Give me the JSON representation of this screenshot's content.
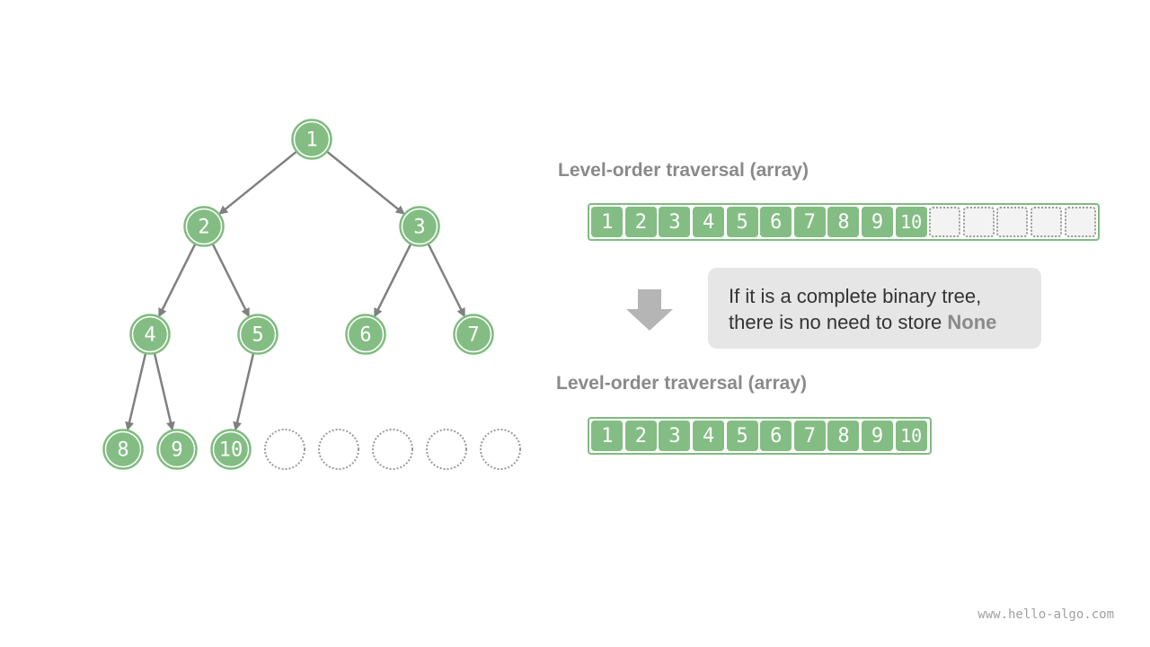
{
  "tree": {
    "nodes": [
      {
        "id": 1,
        "label": "1"
      },
      {
        "id": 2,
        "label": "2"
      },
      {
        "id": 3,
        "label": "3"
      },
      {
        "id": 4,
        "label": "4"
      },
      {
        "id": 5,
        "label": "5"
      },
      {
        "id": 6,
        "label": "6"
      },
      {
        "id": 7,
        "label": "7"
      },
      {
        "id": 8,
        "label": "8"
      },
      {
        "id": 9,
        "label": "9"
      },
      {
        "id": 10,
        "label": "10"
      }
    ],
    "edges": [
      [
        1,
        2
      ],
      [
        1,
        3
      ],
      [
        2,
        4
      ],
      [
        2,
        5
      ],
      [
        3,
        6
      ],
      [
        3,
        7
      ],
      [
        4,
        8
      ],
      [
        4,
        9
      ],
      [
        5,
        10
      ]
    ],
    "empty_slots": 5,
    "colors": {
      "node": "#84bd84",
      "node_border": "#7fbb7f",
      "edge": "#808080",
      "empty": "#9a9a9a"
    }
  },
  "array_full": {
    "title": "Level-order traversal (array)",
    "cells": [
      "1",
      "2",
      "3",
      "4",
      "5",
      "6",
      "7",
      "8",
      "9",
      "10",
      "",
      "",
      "",
      "",
      ""
    ]
  },
  "callout": {
    "line1": "If it is a complete binary tree,",
    "line2_prefix": "there is no need to store ",
    "keyword": "None"
  },
  "array_compact": {
    "title": "Level-order traversal (array)",
    "cells": [
      "1",
      "2",
      "3",
      "4",
      "5",
      "6",
      "7",
      "8",
      "9",
      "10"
    ]
  },
  "watermark": "www.hello-algo.com"
}
